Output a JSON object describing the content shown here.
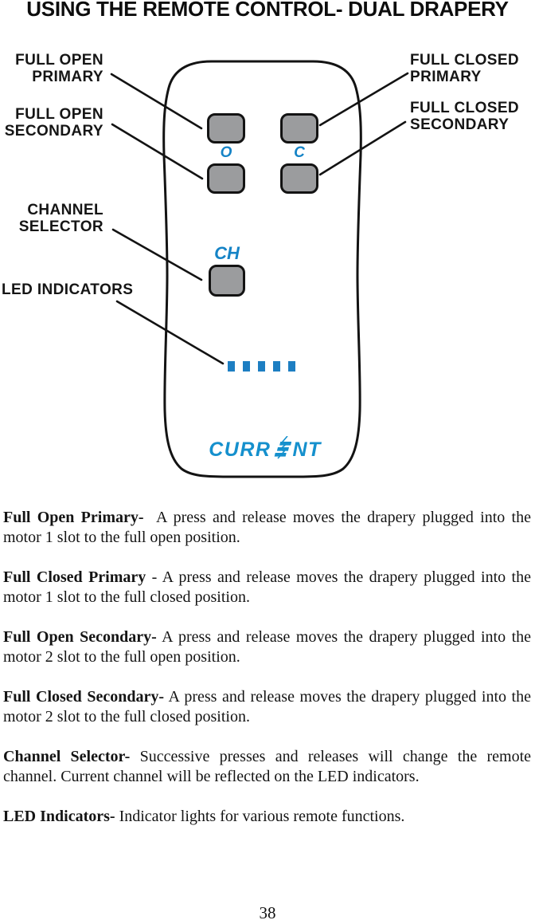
{
  "title": "USING THE REMOTE CONTROL- DUAL DRAPERY",
  "colors": {
    "accent_blue": "#1583c6",
    "button_gray": "#9b9c9e",
    "line_black": "#131313"
  },
  "diagram": {
    "callouts": [
      {
        "id": "full-open-primary",
        "line1": "FULL OPEN",
        "line2": "PRIMARY"
      },
      {
        "id": "full-open-secondary",
        "line1": "FULL OPEN",
        "line2": "SECONDARY"
      },
      {
        "id": "channel-selector",
        "line1": "CHANNEL",
        "line2": "SELECTOR"
      },
      {
        "id": "led-indicators",
        "line1": "LED INDICATORS",
        "line2": ""
      },
      {
        "id": "full-closed-primary",
        "line1": "FULL CLOSED",
        "line2": "PRIMARY"
      },
      {
        "id": "full-closed-secondary",
        "line1": "FULL CLOSED",
        "line2": "SECONDARY"
      }
    ],
    "remote": {
      "open_letter": "O",
      "close_letter": "C",
      "channel_letter": "CH",
      "led_count": 5,
      "logo_text": "CURRENT",
      "logo_left": "CURR",
      "logo_right": "NT"
    }
  },
  "paragraphs": [
    {
      "term": "Full Open Primary-",
      "body": "  A press and release moves the drapery plugged into the motor 1 slot to the full open position."
    },
    {
      "term": "Full Closed Primary",
      "body": " - A press and release moves the drapery plugged into the motor 1 slot to the full closed position."
    },
    {
      "term": "Full Open Secondary-",
      "body": " A press and release moves the drapery plugged into the motor 2 slot to the full open position."
    },
    {
      "term": "Full Closed Secondary-",
      "body": " A press and release moves the drapery plugged into the motor 2 slot to the full closed position."
    },
    {
      "term": "Channel Selector-",
      "body": " Successive presses and releases will change the remote channel. Current channel will be reflected on the LED indicators."
    },
    {
      "term": "LED Indicators-",
      "body": " Indicator lights for various remote functions."
    }
  ],
  "page_number": "38"
}
